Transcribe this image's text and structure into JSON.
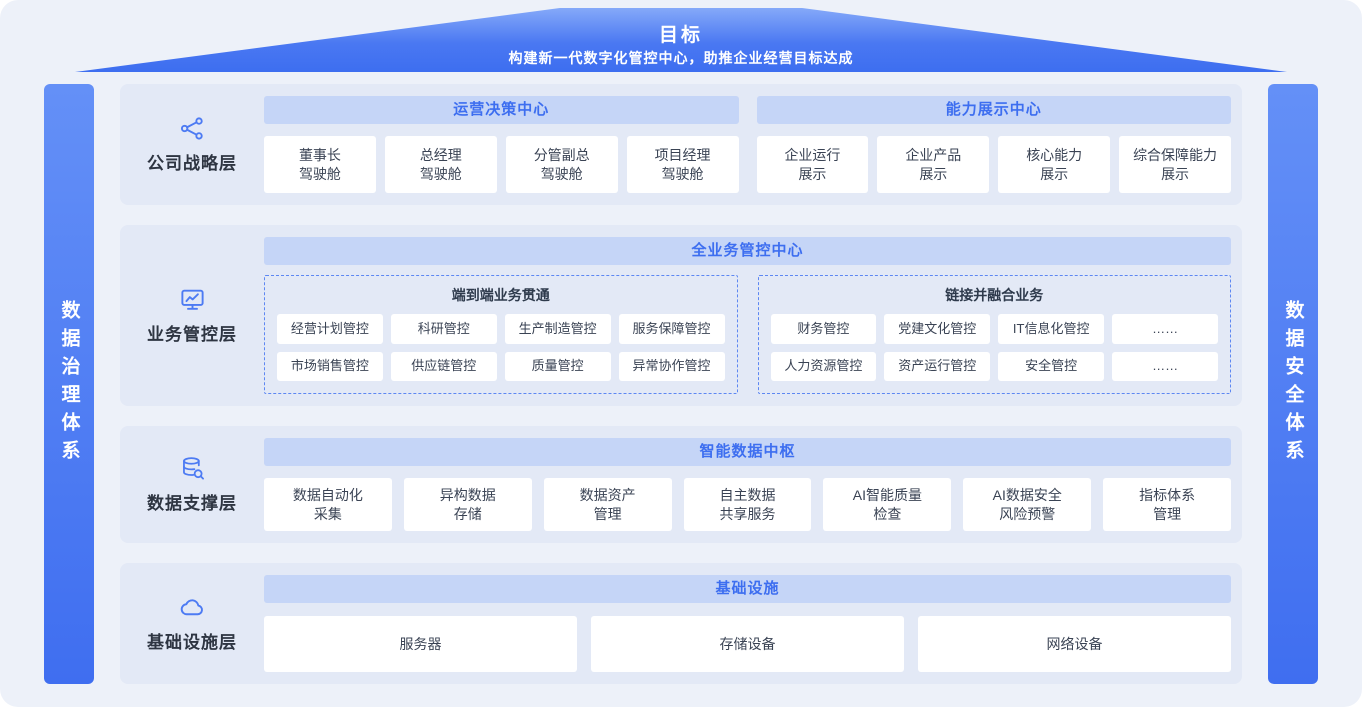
{
  "goal": {
    "title": "目标",
    "subtitle": "构建新一代数字化管控中心，助推企业经营目标达成"
  },
  "side_bars": {
    "left": "数据治理体系",
    "right": "数据安全体系"
  },
  "colors": {
    "accent_blue": "#4d7bf3",
    "header_bg": "#c5d5f7",
    "header_text": "#3d6ef0",
    "panel_bg": "#e3e9f6",
    "page_bg": "#edf1f9"
  },
  "strategy_layer": {
    "title": "公司战略层",
    "icon": "network-nodes-icon",
    "sections": [
      {
        "header": "运营决策中心",
        "cards": [
          "董事长\n驾驶舱",
          "总经理\n驾驶舱",
          "分管副总\n驾驶舱",
          "项目经理\n驾驶舱"
        ]
      },
      {
        "header": "能力展示中心",
        "cards": [
          "企业运行\n展示",
          "企业产品\n展示",
          "核心能力\n展示",
          "综合保障能力\n展示"
        ]
      }
    ]
  },
  "business_layer": {
    "title": "业务管控层",
    "icon": "monitor-chart-icon",
    "header": "全业务管控中心",
    "groups": [
      {
        "title": "端到端业务贯通",
        "rows": [
          [
            "经营计划管控",
            "科研管控",
            "生产制造管控",
            "服务保障管控"
          ],
          [
            "市场销售管控",
            "供应链管控",
            "质量管控",
            "异常协作管控"
          ]
        ]
      },
      {
        "title": "链接并融合业务",
        "rows": [
          [
            "财务管控",
            "党建文化管控",
            "IT信息化管控",
            "……"
          ],
          [
            "人力资源管控",
            "资产运行管控",
            "安全管控",
            "……"
          ]
        ]
      }
    ]
  },
  "data_layer": {
    "title": "数据支撑层",
    "icon": "database-search-icon",
    "header": "智能数据中枢",
    "cards": [
      "数据自动化\n采集",
      "异构数据\n存储",
      "数据资产\n管理",
      "自主数据\n共享服务",
      "AI智能质量\n检查",
      "AI数据安全\n风险预警",
      "指标体系\n管理"
    ]
  },
  "infra_layer": {
    "title": "基础设施层",
    "icon": "cloud-icon",
    "header": "基础设施",
    "cards": [
      "服务器",
      "存储设备",
      "网络设备"
    ]
  }
}
